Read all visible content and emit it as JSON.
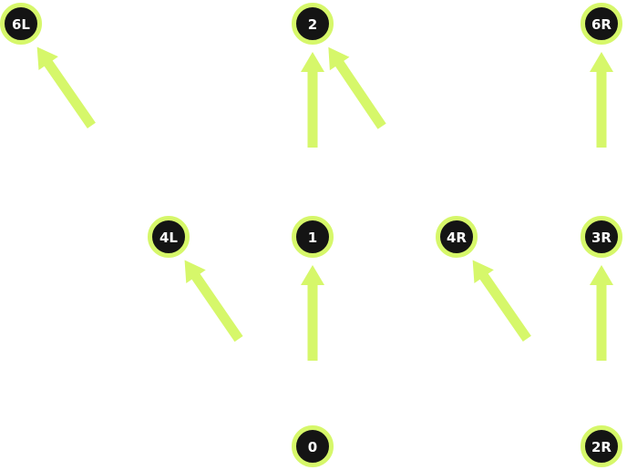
{
  "colors": {
    "accent": "#d6f76a",
    "node_fill": "#141414",
    "node_text": "#ffffff",
    "background": "#ffffff"
  },
  "nodes": [
    {
      "id": "6L",
      "label": "6L"
    },
    {
      "id": "2",
      "label": "2"
    },
    {
      "id": "6R",
      "label": "6R"
    },
    {
      "id": "4L",
      "label": "4L"
    },
    {
      "id": "1",
      "label": "1"
    },
    {
      "id": "4R",
      "label": "4R"
    },
    {
      "id": "3R",
      "label": "3R"
    },
    {
      "id": "0",
      "label": "0"
    },
    {
      "id": "2R",
      "label": "2R"
    }
  ],
  "edges": [
    {
      "from": "4L",
      "to": "6L"
    },
    {
      "from": "6L",
      "to": "4L"
    },
    {
      "from": "0",
      "to": "4L"
    },
    {
      "from": "4L",
      "to": "0"
    },
    {
      "from": "1",
      "to": "2"
    },
    {
      "from": "2",
      "to": "1"
    },
    {
      "from": "0",
      "to": "1"
    },
    {
      "from": "1",
      "to": "0"
    },
    {
      "from": "4R",
      "to": "2"
    },
    {
      "from": "2",
      "to": "4R"
    },
    {
      "from": "2R",
      "to": "4R"
    },
    {
      "from": "4R",
      "to": "2R"
    },
    {
      "from": "3R",
      "to": "6R"
    },
    {
      "from": "6R",
      "to": "3R"
    },
    {
      "from": "2R",
      "to": "3R"
    },
    {
      "from": "3R",
      "to": "2R"
    }
  ]
}
